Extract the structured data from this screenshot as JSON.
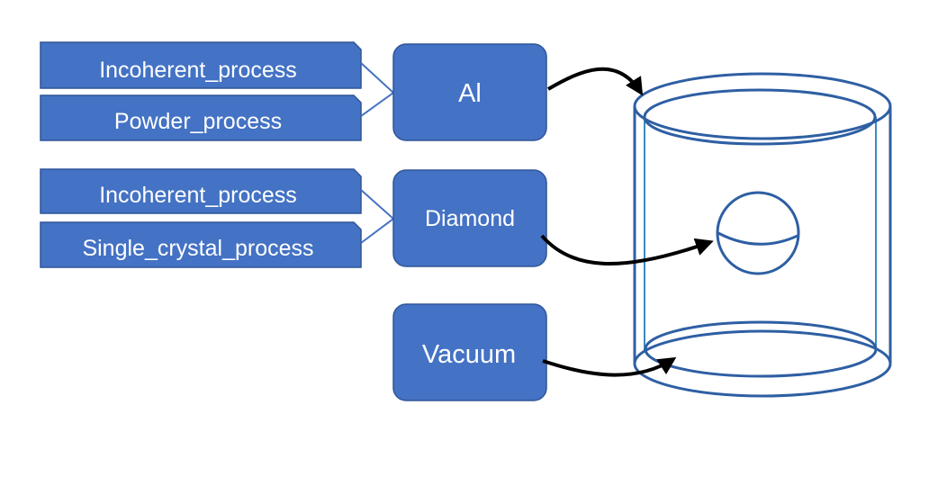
{
  "colors": {
    "fill": "#4472C4",
    "stroke": "#2F5597",
    "cylinder": "#2E5FA3",
    "cylinder_inner": "#3A8BC0",
    "arrow": "#000000",
    "text": "#FFFFFF"
  },
  "groups": [
    {
      "material": "Al",
      "processes": [
        "Incoherent_process",
        "Powder_process"
      ]
    },
    {
      "material": "Diamond",
      "processes": [
        "Incoherent_process",
        "Single_crystal_process"
      ]
    },
    {
      "material": "Vacuum",
      "processes": []
    }
  ]
}
